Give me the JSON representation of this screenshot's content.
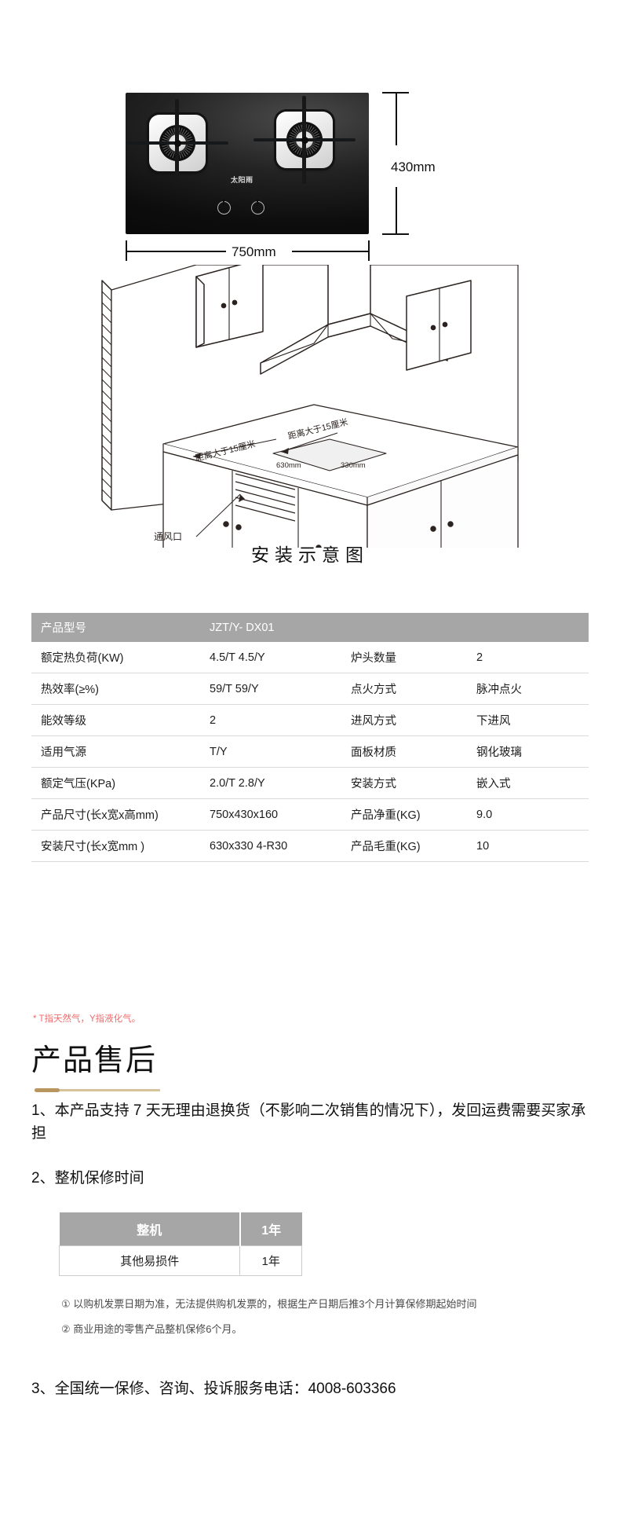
{
  "product_photo": {
    "brand_logo": "太阳雨",
    "dim_height": "430mm",
    "dim_width": "750mm"
  },
  "install_diagram": {
    "title": "安装示意图",
    "vent_label": "通风口",
    "distance_label_left": "距离大于15厘米",
    "distance_label_right": "距离大于15厘米",
    "cutout_width": "630mm",
    "cutout_depth": "330mm"
  },
  "spec_table": {
    "header": {
      "label": "产品型号",
      "value": "JZT/Y- DX01"
    },
    "rows": [
      {
        "k1": "额定热负荷(KW)",
        "v1": "4.5/T  4.5/Y",
        "k2": "炉头数量",
        "v2": "2"
      },
      {
        "k1": "热效率(≥%)",
        "v1": "59/T   59/Y",
        "k2": "点火方式",
        "v2": "脉冲点火"
      },
      {
        "k1": "能效等级",
        "v1": "2",
        "k2": "进风方式",
        "v2": "下进风"
      },
      {
        "k1": "适用气源",
        "v1": "T/Y",
        "k2": "面板材质",
        "v2": "钢化玻璃"
      },
      {
        "k1": "额定气压(KPa)",
        "v1": "2.0/T  2.8/Y",
        "k2": "安装方式",
        "v2": "嵌入式"
      },
      {
        "k1": "产品尺寸(长x宽x高mm)",
        "v1": "750x430x160",
        "k2": "产品净重(KG)",
        "v2": "9.0"
      },
      {
        "k1": "安装尺寸(长x宽mm )",
        "v1": "630x330 4-R30",
        "k2": "产品毛重(KG)",
        "v2": "10"
      }
    ],
    "footnote": "* T指天然气，Y指液化气。"
  },
  "after_sales": {
    "title": "产品售后",
    "item1": "1、本产品支持 7 天无理由退换货（不影响二次销售的情况下），发回运费需要买家承担",
    "item2": "2、整机保修时间",
    "warranty_table": {
      "headers": [
        "整机",
        "1年"
      ],
      "rows": [
        [
          "其他易损件",
          "1年"
        ]
      ]
    },
    "note1": "① 以购机发票日期为准，无法提供购机发票的，根据生产日期后推3个月计算保修期起始时间",
    "note2": "② 商业用途的零售产品整机保修6个月。",
    "item3": "3、全国统一保修、咨询、投诉服务电话：4008-603366"
  },
  "colors": {
    "table_header_bg": "#a6a6a6",
    "footnote_red": "#f06a6a",
    "rule_gold": "#b9955f"
  }
}
